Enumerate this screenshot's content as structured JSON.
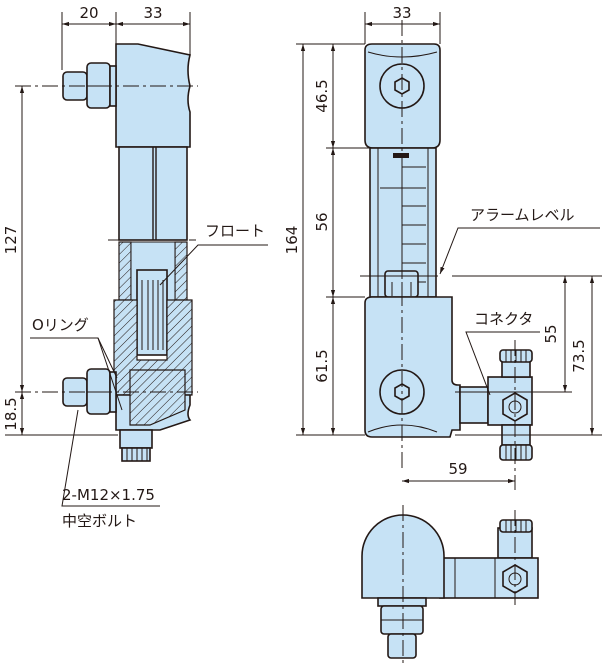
{
  "drawing": {
    "left_view": {
      "dim_width_bolt": "20",
      "dim_width_body": "33",
      "dim_height_centers": "127",
      "dim_bottom_offset": "18.5",
      "label_float": "フロート",
      "label_oring": "Oリング",
      "label_bolt_spec": "2-M12×1.75",
      "label_bolt_name": "中空ボルト"
    },
    "front_view": {
      "dim_width": "33",
      "dim_total_height": "164",
      "dim_top_block": "46.5",
      "dim_tube": "56",
      "dim_bottom_block": "61.5",
      "label_alarm_level": "アラームレベル",
      "label_connector": "コネクタ",
      "dim_connector_height": "55",
      "dim_alarm_height": "73.5",
      "dim_connector_offset": "59"
    }
  }
}
